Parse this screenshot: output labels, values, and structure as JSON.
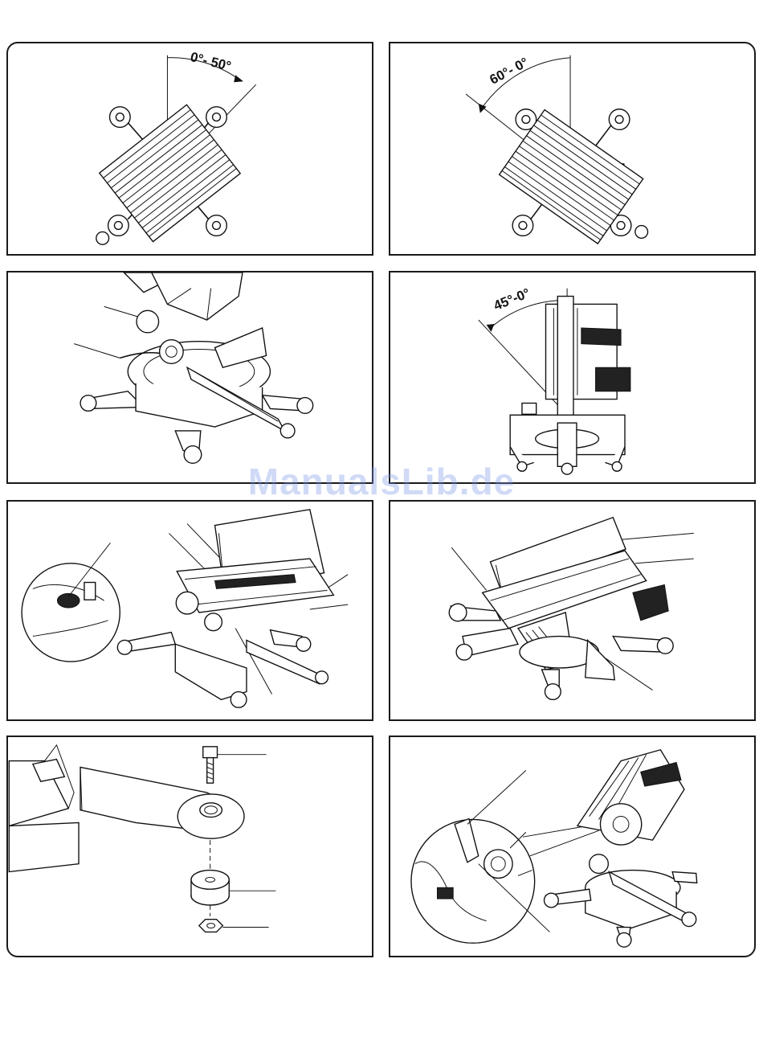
{
  "panels": [
    {
      "id": "p1",
      "angle_label": "0°- 50°"
    },
    {
      "id": "p2",
      "angle_label": "60°- 0°"
    },
    {
      "id": "p3",
      "angle_label": ""
    },
    {
      "id": "p4",
      "angle_label": "45°-0°"
    },
    {
      "id": "p5",
      "angle_label": ""
    },
    {
      "id": "p6",
      "angle_label": ""
    },
    {
      "id": "p7",
      "angle_label": ""
    },
    {
      "id": "p8",
      "angle_label": ""
    }
  ],
  "watermark": "ManualsLib.de"
}
